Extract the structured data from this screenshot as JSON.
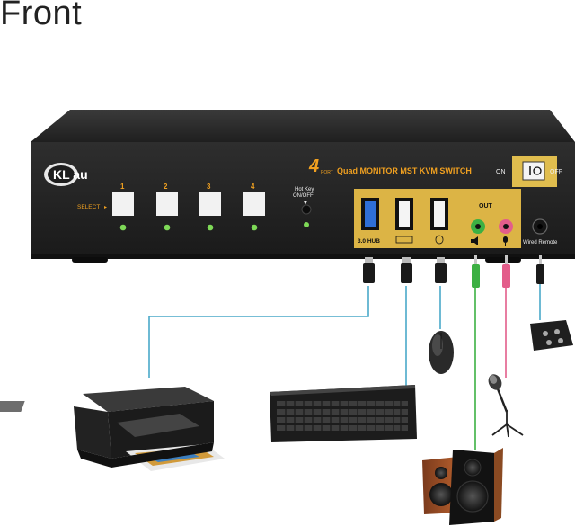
{
  "title": "Front",
  "brand": {
    "logo_text": "KL au"
  },
  "product": {
    "ports": "4",
    "port_word": "PORT",
    "name": "Quad MONITOR MST KVM SWITCH"
  },
  "select": {
    "label": "SELECT",
    "buttons": [
      "1",
      "2",
      "3",
      "4"
    ]
  },
  "hotkey": {
    "label_line1": "Hot Key",
    "label_line2": "ON/OFF"
  },
  "power": {
    "on_label": "ON",
    "off_label": "OFF"
  },
  "ports": {
    "out_label": "OUT",
    "hub_label": "3.0 HUB",
    "remote_label": "Wired Remote"
  },
  "colors": {
    "chassis": "#2b2b2b",
    "panel_gold": "#dcb445",
    "brand_orange": "#f0a020",
    "led_green": "#7ed957",
    "cable_blue": "#4aa9c9",
    "audio_green": "#3cb043",
    "audio_pink": "#e35d8a",
    "usb3_blue": "#2f6fd6"
  },
  "devices": [
    "printer-icon",
    "keyboard-icon",
    "mouse-icon",
    "microphone-icon",
    "speakers-icon",
    "wired-remote-icon"
  ]
}
